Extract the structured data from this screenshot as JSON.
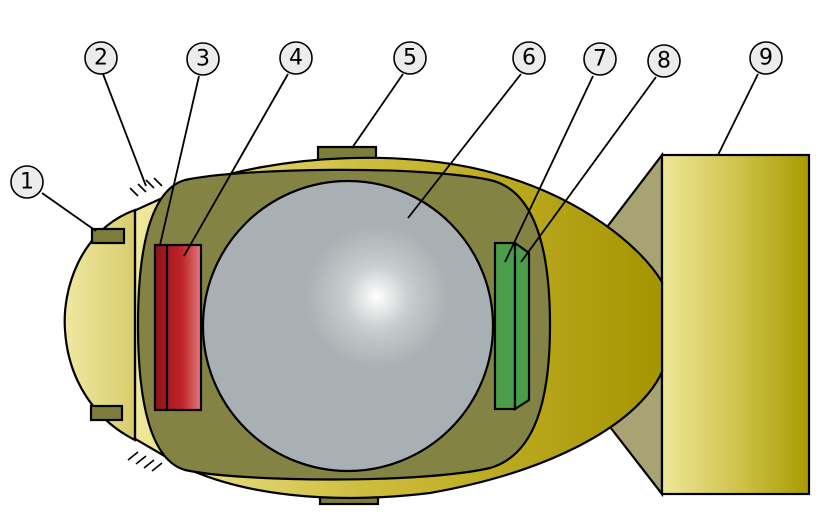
{
  "callouts": [
    {
      "id": "1",
      "label": "1"
    },
    {
      "id": "2",
      "label": "2"
    },
    {
      "id": "3",
      "label": "3"
    },
    {
      "id": "4",
      "label": "4"
    },
    {
      "id": "5",
      "label": "5"
    },
    {
      "id": "6",
      "label": "6"
    },
    {
      "id": "7",
      "label": "7"
    },
    {
      "id": "8",
      "label": "8"
    },
    {
      "id": "9",
      "label": "9"
    }
  ],
  "colors": {
    "casing_light": "#ebe28f",
    "casing_dark": "#a59400",
    "inner_olive": "#838343",
    "core_gray": "#a8b0b3",
    "red_block": "#b51f25",
    "green_block": "#4a9e4a",
    "fin_tan": "#a8a373",
    "tail_light": "#ece58c",
    "tail_dark": "#a89b00",
    "lug": "#7d7d3b"
  }
}
